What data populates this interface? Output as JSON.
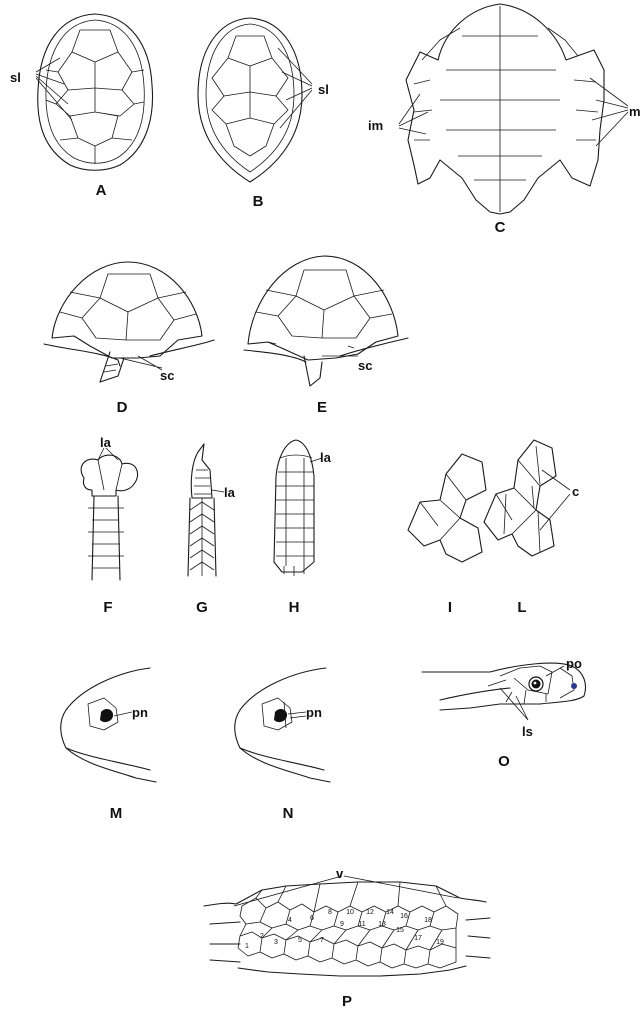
{
  "figure_letters": [
    "A",
    "B",
    "C",
    "D",
    "E",
    "F",
    "G",
    "H",
    "I",
    "L",
    "M",
    "N",
    "O",
    "P"
  ],
  "labels": {
    "sl": "sl",
    "im": "im",
    "m": "m",
    "sc": "sc",
    "la": "la",
    "c": "c",
    "pn": "pn",
    "po": "po",
    "ls": "ls",
    "v": "v"
  },
  "ventral_numbers": [
    "1",
    "2",
    "3",
    "4",
    "5",
    "6",
    "7",
    "8",
    "9",
    "10",
    "11",
    "12",
    "13",
    "14",
    "15",
    "16",
    "17",
    "18",
    "19"
  ]
}
